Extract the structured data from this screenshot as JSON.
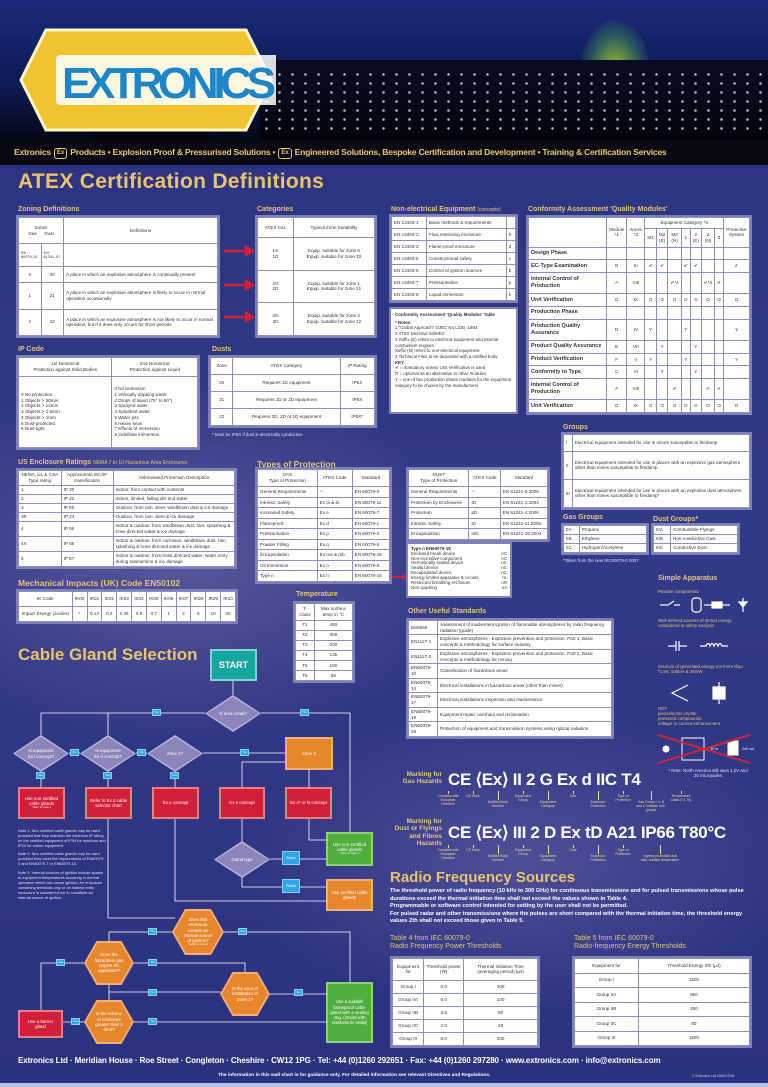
{
  "brand": {
    "logo_text": "EXTRONICS",
    "tagline": [
      "Extronics",
      "Products • Explosion Proof & Pressurised Solutions •",
      "Engineered Solutions, Bespoke Certification and Development • Training & Certification Services"
    ],
    "ex_symbol": "Ex"
  },
  "title": "ATEX Certification Definitions",
  "zoning": {
    "heading": "Zoning Definitions",
    "h_zones": "Zones",
    "h_gas": "Gas",
    "h_dust": "Dust",
    "h_def": "Definitions",
    "std_gas": "EN 60079-10",
    "std_dust": "EN 61241-10",
    "rows": [
      [
        "0",
        "20",
        "A place in which an explosive atmosphere is continually present"
      ],
      [
        "1",
        "21",
        "A place in which an explosive atmosphere is likely to occur in normal operation occasionally"
      ],
      [
        "2",
        "22",
        "A place in which an explosive atmosphere is not likely to occur in normal operation, but if it does only occurs for short periods"
      ]
    ]
  },
  "categories": {
    "heading": "Categories",
    "headers": [
      "ATEX Cat.",
      "Typical Zone Suitability"
    ],
    "rows": [
      [
        "1G\n1D",
        "Equip. suitable for zone 0\nEquip. suitable for zone 20"
      ],
      [
        "2G\n2D",
        "Equip. suitable for zone 1\nEquip. suitable for zone 21"
      ],
      [
        "3G\n3D",
        "Equip. suitable for zone 2\nEquip. suitable for zone 22"
      ]
    ]
  },
  "nonelec": {
    "heading": "Non-electrical Equipment",
    "heading_small": "(concepts)",
    "rows": [
      [
        "EN 13463-1",
        "Basic methods & requirements",
        ""
      ],
      [
        "EN 13463-2",
        "Flow restricting enclosure",
        "fr"
      ],
      [
        "EN 13463-3",
        "Flame-proof enclosure",
        "d"
      ],
      [
        "EN 13463-5",
        "Constructional safety",
        "c"
      ],
      [
        "EN 13463-6",
        "Control of ignition sources",
        "b"
      ],
      [
        "EN 13463-7",
        "Pressurisation",
        "p"
      ],
      [
        "EN 13463-8",
        "Liquid immersion",
        "k"
      ]
    ]
  },
  "cam_notes": {
    "title": "Conformity Assessment 'Quality Modules' Table",
    "lines": [
      "* Notes:",
      "1  \"Global Approach\" OJEC No L220, 1993",
      "2  ATEX Directive 94/9/EC",
      "3  Suffix (E) refers to electrical equipment and internal combustion engines",
      "    Suffix (N) refers to non-electrical equipment",
      "4  Technical Files to be deposited with a notified body",
      "KEY",
      "✔ =  mandatory unless Unit Verification is used",
      "O =  optional as an alternative to other modules",
      "Y =  one of two production phase modules for the equipment category to be chosen by the manufacturer"
    ]
  },
  "conformity": {
    "heading": "Conformity Assessment 'Quality Modules'",
    "h_module": "Module *1",
    "h_annex": "Annex *2",
    "h_cat": "Equipment Category *3",
    "h_prot": "Protective System",
    "cats": [
      "M1",
      "M2 (E)",
      "M2 (N)",
      "1",
      "2 (E)",
      "2 (N)",
      "3"
    ],
    "rows": [
      [
        "Design Phase",
        "",
        "",
        "",
        "",
        "",
        "",
        "",
        "",
        "",
        ""
      ],
      [
        "EC-Type Examination",
        "B",
        "III",
        "✔",
        "✔",
        "",
        "✔",
        "✔",
        "",
        "",
        "✔"
      ],
      [
        "Internal Control of Production",
        "A",
        "VIII",
        "",
        "",
        "✔*4",
        "",
        "",
        "✔*4",
        "✔",
        ""
      ],
      [
        "Unit Verification",
        "G",
        "IX",
        "O",
        "O",
        "O",
        "O",
        "O",
        "O",
        "O",
        "O"
      ],
      [
        "Production Phase",
        "",
        "",
        "",
        "",
        "",
        "",
        "",
        "",
        "",
        ""
      ],
      [
        "Production Quality Assurance",
        "D",
        "IV",
        "Y",
        "",
        "",
        "Y",
        "",
        "",
        "",
        "Y"
      ],
      [
        "Product Quality Assurance",
        "E",
        "VII",
        "",
        "Y",
        "",
        "",
        "Y",
        "",
        "",
        ""
      ],
      [
        "Product Verification",
        "F",
        "V",
        "Y",
        "",
        "",
        "Y",
        "",
        "",
        "",
        "Y"
      ],
      [
        "Conformity to Type",
        "C",
        "VI",
        "",
        "Y",
        "",
        "",
        "Y",
        "",
        "",
        ""
      ],
      [
        "Internal Control of Production",
        "A",
        "VIII",
        "",
        "",
        "✔",
        "",
        "",
        "✔",
        "✔",
        ""
      ],
      [
        "Unit Verification",
        "G",
        "IX",
        "O",
        "O",
        "O",
        "O",
        "O",
        "O",
        "O",
        "O"
      ]
    ]
  },
  "ipcode": {
    "heading": "IP Code",
    "headers": [
      "1st Numerical\nProtection against Solid Bodies",
      "2nd Numerical\nProtection against Liquid"
    ],
    "rows": [
      [
        "0  No protection\n1  Objects > 50mm\n2  Objects > 12mm\n3  Objects > 2.5mm\n4  Objects > 1mm\n5  Dust-protected\n6  Dust-tight",
        "0  No protection\n1  Vertically dripping water\n2  Drops of liquid (75° to 90°)\n3  Sprayed water\n4  Splashed water\n5  Water jets\n6  Heavy seas\n7  Effects of immersion\n8  Indefinite immersion"
      ]
    ]
  },
  "dusts": {
    "heading": "Dusts",
    "headers": [
      "Zone",
      "ATEX Category",
      "IP Rating"
    ],
    "rows": [
      [
        "20",
        "Requires 1D equipment",
        "IP6X"
      ],
      [
        "21",
        "Requires 1D or 2D equipment",
        "IP6X"
      ],
      [
        "22",
        "Requires 3D, 2D or 1D equipment",
        "IP5X*"
      ]
    ],
    "footnote": "* Must be IP6X if dust is electrically conductive"
  },
  "groups": {
    "heading": "Groups",
    "rows": [
      [
        "I",
        "Electrical equipment intended for use in mines susceptible to firedamp"
      ],
      [
        "II",
        "Electrical equipment intended for use in places with an explosive gas atmosphere other than mines susceptible to firedamp"
      ],
      [
        "III",
        "Electrical equipment intended for use in places with an explosive dust atmosphere other than mines susceptible to firedamp*"
      ]
    ]
  },
  "gas_groups": {
    "heading": "Gas Groups",
    "rows": [
      [
        "IIA",
        "Propane"
      ],
      [
        "IIB",
        "Ethylene"
      ],
      [
        "IIC",
        "Hydrogen/Acetylene"
      ]
    ]
  },
  "dust_groups": {
    "heading": "Dust Groups*",
    "rows": [
      [
        "IIIA",
        "Combustible Flyings"
      ],
      [
        "IIIB",
        "Non-conductive Dust"
      ],
      [
        "IIIC",
        "Conductive Dust"
      ]
    ],
    "footnote": "*Taken from the new IEC60079-0 2007"
  },
  "nema": {
    "heading": "US Enclosure Ratings",
    "heading_small": "NEMA 7 to 10 Hazardous Area Enclosures",
    "headers": [
      "NEMA, UL & CSA Type rating",
      "Approximate IEC/IP classification",
      "Abbreviated Protection Description"
    ],
    "rows": [
      [
        "1",
        "IP 20",
        "Indoor, from contact with contents"
      ],
      [
        "2",
        "IP 22",
        "Indoor, limited, falling dirt and water"
      ],
      [
        "3",
        "IP 55",
        "Outdoor, from rain, sleet, windblown dust & ice damage"
      ],
      [
        "3R",
        "IP 24",
        "Outdoor, from rain, sleet & ice damage"
      ],
      [
        "4",
        "IP 66",
        "Indoor & outdoor, from windblown dust, rain, splashing & hose directed water & ice damage"
      ],
      [
        "4X",
        "IP 66",
        "Indoor & outdoor, from corrosion, windblown dust, rain, splashing & hose directed water & ice damage"
      ],
      [
        "6",
        "IP 67",
        "Indoor & outdoor, from hose directed water, water entry during submersion & ice damage"
      ]
    ]
  },
  "protection": {
    "heading": "Types of Protection",
    "gas_headers": [
      "GAS\nType of Protection",
      "ATEX Code",
      "Standard"
    ],
    "gas_rows": [
      [
        "General Requirements",
        "–",
        "EN 60079-0"
      ],
      [
        "Intrinsic Safety",
        "Ex ia & ib",
        "EN 60079-11"
      ],
      [
        "Increased Safety",
        "Ex e",
        "EN 60079-7"
      ],
      [
        "Flameproof",
        "Ex d",
        "EN 60079-1"
      ],
      [
        "Pressurisation",
        "Ex p",
        "EN 60079-2"
      ],
      [
        "Powder Filling",
        "Ex q",
        "EN 60079-5"
      ],
      [
        "Encapsulation",
        "Ex ma & mb",
        "EN 60079-18"
      ],
      [
        "Oil Immersion",
        "Ex o",
        "EN 60079-6"
      ],
      [
        "Type n",
        "Ex n",
        "EN 60079-15"
      ]
    ],
    "dust_headers": [
      "DUST\nType of Protection",
      "ATEX Code",
      "Standard"
    ],
    "dust_rows": [
      [
        "General Requirements",
        "–",
        "EN 61241-0:2006"
      ],
      [
        "Protection by Enclosures",
        "tD",
        "EN 61241-1:2004"
      ],
      [
        "Protection",
        "pD",
        "EN 61241-4:2006"
      ],
      [
        "Intrinsic Safety",
        "iD",
        "EN 61241-11:2006"
      ],
      [
        "Encapsulation",
        "mD",
        "EN 61241-18:2004"
      ]
    ],
    "typen_title": "Type n EN60079-15",
    "typen_rows": [
      [
        "Enclosed break device",
        "nC"
      ],
      [
        "Non-incendive component",
        "nC"
      ],
      [
        "Hermetically sealed device",
        "nC"
      ],
      [
        "Sealed device",
        "nC"
      ],
      [
        "Encapsulated device",
        "nC"
      ],
      [
        "Energy limited apparatus & circuits",
        "nL"
      ],
      [
        "Restricted breathing enclosure",
        "nR"
      ],
      [
        "Non sparking",
        "nA"
      ]
    ]
  },
  "impacts": {
    "heading": "Mechanical Impacts (UK) Code EN50102",
    "rows": [
      [
        "IK Code",
        "IK00",
        "IK01",
        "IK02",
        "IK03",
        "IK04",
        "IK05",
        "IK06",
        "IK07",
        "IK08",
        "IK09",
        "IK10"
      ],
      [
        "Impact Energy (Joules)",
        "*",
        "0.14",
        "0.2",
        "0.35",
        "0.5",
        "0.7",
        "1",
        "2",
        "5",
        "10",
        "20"
      ]
    ]
  },
  "temperature": {
    "heading": "Temperature",
    "headers": [
      "T-Class",
      "Max surface temp in °C"
    ],
    "rows": [
      [
        "T1",
        "450"
      ],
      [
        "T2",
        "300"
      ],
      [
        "T3",
        "200"
      ],
      [
        "T4",
        "135"
      ],
      [
        "T5",
        "100"
      ],
      [
        "T6",
        "85"
      ]
    ]
  },
  "other": {
    "heading": "Other Useful Standards",
    "rows": [
      [
        "BS6656",
        "Assessment of inadvertent ignition of flammable atmospheres by radio frequency radiation (guide)"
      ],
      [
        "EN1127-1",
        "Explosive atmospheres - Explosion prevention and protection. Part 1, Basic concepts & methodology for surface industry"
      ],
      [
        "EN1127-2",
        "Explosive atmospheres - Explosion prevention and protection. Part 2, Basic concepts & methodology for mining"
      ],
      [
        "EN60079-10",
        "Classification of hazardous areas"
      ],
      [
        "EN60079-14",
        "Electrical installations in hazardous areas (other than mines)"
      ],
      [
        "EN60079-17",
        "Electrical installations inspection and maintenance"
      ],
      [
        "EN60079-19",
        "Equipment repair, overhaul and reclamation"
      ],
      [
        "EN60079-28",
        "Protection of equipment and transmission systems using optical radiation"
      ]
    ]
  },
  "simple": {
    "heading": "Simple Apparatus",
    "passive": "Passive components",
    "stored": "Well defined sources of stored energy considered in safety analysis",
    "generated": "Sources of generated energy not more than *1.5V, 100mA & 25mW",
    "not": "NOT\npiezoelectric crystal\nprotected components\nvoltage or current enhancement",
    "in_label": "3V in",
    "out_label": "24V out",
    "note": "* Note: North America still uses 1.2V and 20 microjoules"
  },
  "cable": {
    "heading": "Cable Gland Selection",
    "start": "START",
    "q_zonal": "Is area zonal?",
    "q_exi": "Is equipment Ex i concept?",
    "q_exd": "Is equipment Ex d concept?",
    "q_zone1": "Zone 1?",
    "zone2": "Zone 2",
    "r_noncert1": "Use non-certified cable glands",
    "r_noncert1_ref": "*refer to note 1",
    "r_exd": "Refer to Ex d cable selector chart",
    "r_exe1": "Ex e concept",
    "r_exe2": "Ex e concept",
    "r_exn": "Ex n* or N concept",
    "q_gland": "Gland type",
    "brass": "Brass",
    "plastic": "Plastic",
    "r_noncert2": "Use non-certified cable glands",
    "r_noncert2_ref": "*refer to note 2",
    "r_cert": "Use certified cable glands",
    "q_source": "Does this enclosure contain an internal source of ignition?",
    "q_source_ref": "*refer to note 3",
    "q_iic": "Does the hazardous gas require IIC apparatus?",
    "q_zone1b": "Is the area of installation of Zone 1?",
    "q_volume": "Is the volume of enclosure greater than 2 dm3?",
    "r_barrier": "Use a barrier gland",
    "r_flameproof": "Use a suitable flameproof cable gland with a sealing ring. (Gland with elastomeric seals)",
    "yes": "Yes",
    "no": "No",
    "notes": [
      "Note 1: Non certified cable glands may be used provided that they maintain the minimum IP rating on the certified equipment of IP54 for outdoors and IP20 for indoor equipment.",
      "Note 2: Non certified cable glands may be used provided they meet the requirements of EN60079-0 and EN60079-7 or EN60079-15.",
      "Note 3: Internal sources of ignition include sparks or equipment temperatures occurring in normal operation which can cause ignition. An enclosure containing terminals only or an indirect entry enclosure is considered not to constitute an internal source of ignition."
    ]
  },
  "marking": {
    "gas_title": "Marking for\nGas Hazards",
    "gas_code": "CE ⟨Ex⟩ II 2 G Ex d IIC T4",
    "dust_title": "Marking for\nDust or Flyings\nand Fibres\nHazards",
    "dust_code": "CE ⟨Ex⟩ III 2 D Ex tD A21 IP66 T80°C",
    "gas_labels": [
      "Complies with European Directive",
      "CE Mark",
      "Notified Body Number",
      "Equipment Group",
      "Equipment Category",
      "Gas",
      "Explosion Protection",
      "Type of Protection",
      "Gas Group * A, B and C indicate sub-groups",
      "Temperature Class (T1-T6)"
    ],
    "dust_labels": [
      "Complies with European Directive",
      "CE Mark",
      "Notified Body Number",
      "Equipment Group",
      "Equipment Category",
      "Dust",
      "Explosion Protection",
      "Type of Protection",
      "Ingress protection and max. surface temperature"
    ]
  },
  "rf": {
    "heading": "Radio Frequency Sources",
    "para": [
      "The threshold power of radio frequency (10 kHz to 300 GHz) for continuous transmissions and for pulsed transmissions whose pulse durations exceed the thermal initiation time shall not exceed the values shown in Table 4.",
      "Programmable or software control intended for setting by the user shall not be permitted.",
      "For pulsed radar and other transmissions where the pulses are short compared with the thermal initiation time, the threshold energy values Zth shall not exceed those given in Table 5."
    ],
    "t4_title": "Table 4 from IEC 60079-0\nRadio Frequency Power Thresholds",
    "t4_headers": [
      "Equipment for",
      "Threshold power (W)",
      "Thermal Initiation Time (averaging period) (µs)"
    ],
    "t4_rows": [
      [
        "Group I",
        "6.0",
        "200"
      ],
      [
        "Group IIA",
        "6.0",
        "100"
      ],
      [
        "Group IIB",
        "3.5",
        "80"
      ],
      [
        "Group IIC",
        "2.0",
        "20"
      ],
      [
        "Group III",
        "6.0",
        "200"
      ]
    ],
    "t5_title": "Table 5 from IEC 60079-0\nRadio-frequency Energy Thresholds",
    "t5_headers": [
      "Equipment for",
      "Threshold Energy Zth (µJ)"
    ],
    "t5_rows": [
      [
        "Group I",
        "1500"
      ],
      [
        "Group IIA",
        "950"
      ],
      [
        "Group IIB",
        "250"
      ],
      [
        "Group IIC",
        "50"
      ],
      [
        "Group III",
        "1500"
      ]
    ]
  },
  "footer": {
    "address": "Extronics Ltd · Meridian House · Roe Street · Congleton · Cheshire · CW12 1PG · Tel: +44 (0)1260 292651 · Fax: +44 (0)1260 297280 · www.extronics.com · info@extronics.com",
    "disclaimer": "The information in this wall chart is for guidance only. For detailed information see relevant Directives and Regulations.",
    "copyright": "© Extronics Ltd 2008   07/08"
  },
  "colors": {
    "background": "#2c3380",
    "heading": "#e9c46a",
    "start": "#15a79f",
    "decision": "#8b85b9",
    "orange": "#e8862b",
    "red": "#d3203a",
    "green": "#4fae3d",
    "label": "#2fa7e6"
  }
}
